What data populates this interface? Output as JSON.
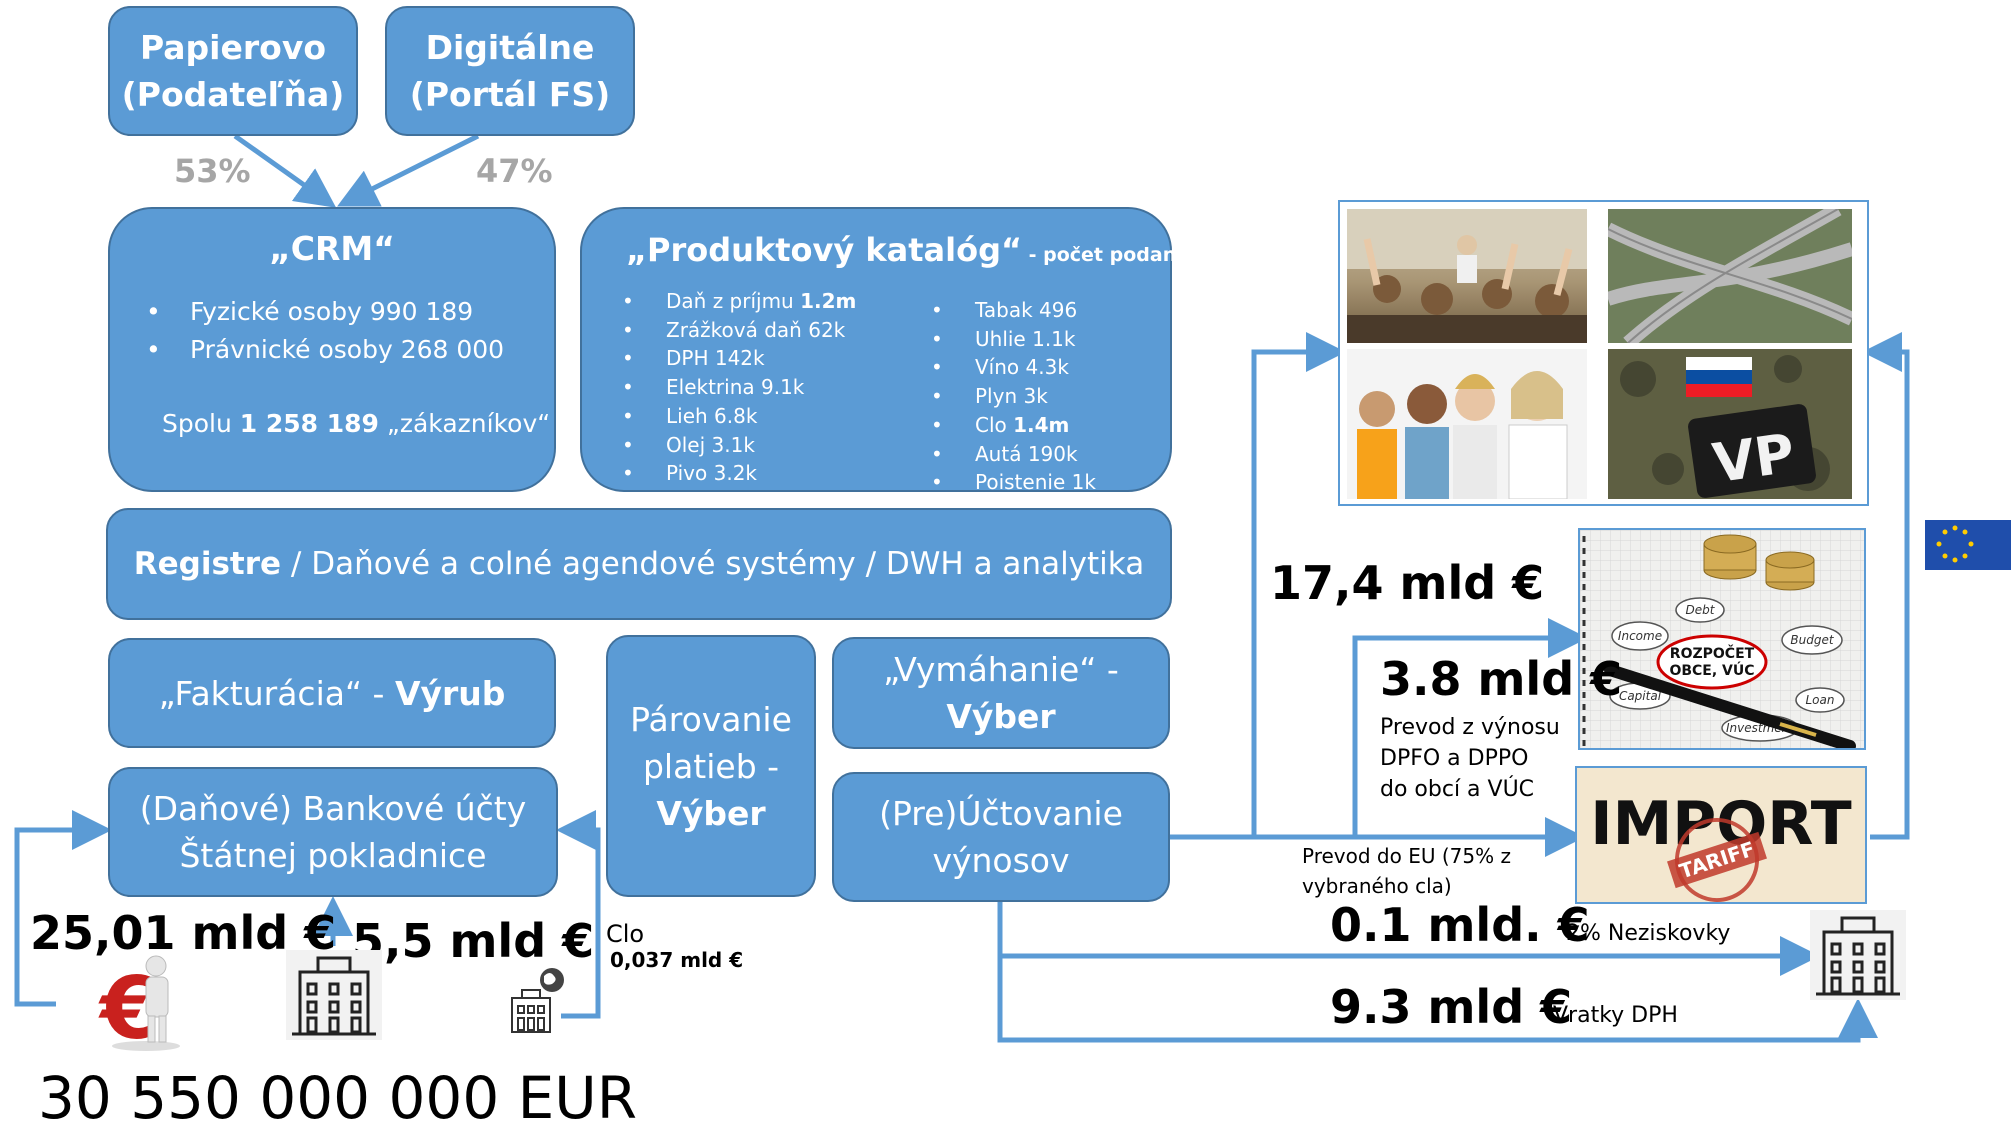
{
  "channels": {
    "paper": {
      "line1": "Papierovo",
      "line2": "(Podateľňa)",
      "pct": "53%"
    },
    "digital": {
      "line1": "Digitálne",
      "line2": "(Portál FS)",
      "pct": "47%"
    }
  },
  "crm": {
    "title": "„CRM“",
    "items": [
      "Fyzické osoby 990 189",
      "Právnické osoby 268 000"
    ],
    "total_prefix": "Spolu ",
    "total_value": "1 258 189",
    "total_suffix": " „zákazníkov“"
  },
  "catalog": {
    "title": "„Produktový katalóg“",
    "subtitle": " - počet podaní",
    "left": [
      {
        "label": "Daň z príjmu ",
        "value": "1.2m",
        "bold": true
      },
      {
        "label": "Zrážková daň 62k",
        "value": "",
        "bold": false
      },
      {
        "label": "DPH 142k",
        "value": "",
        "bold": false
      },
      {
        "label": "Elektrina 9.1k",
        "value": "",
        "bold": false
      },
      {
        "label": "Lieh 6.8k",
        "value": "",
        "bold": false
      },
      {
        "label": "Olej 3.1k",
        "value": "",
        "bold": false
      },
      {
        "label": "Pivo 3.2k",
        "value": "",
        "bold": false
      }
    ],
    "right": [
      {
        "label": "Tabak 496",
        "value": "",
        "bold": false
      },
      {
        "label": "Uhlie 1.1k",
        "value": "",
        "bold": false
      },
      {
        "label": "Víno 4.3k",
        "value": "",
        "bold": false
      },
      {
        "label": "Plyn 3k",
        "value": "",
        "bold": false
      },
      {
        "label": "Clo ",
        "value": "1.4m",
        "bold": true
      },
      {
        "label": "Autá 190k",
        "value": "",
        "bold": false
      },
      {
        "label": "Poistenie 1k",
        "value": "",
        "bold": false
      }
    ]
  },
  "registers": {
    "bold": "Registre",
    "rest": " / Daňové a colné agendové systémy / DWH a analytika"
  },
  "billing": {
    "prefix": "„Fakturácia“ - ",
    "bold": "Výrub"
  },
  "matching": {
    "line1": "Párovanie",
    "line2": "platieb -",
    "bold": "Výber"
  },
  "enforcement": {
    "line1": "„Vymáhanie“ -",
    "bold": "Výber"
  },
  "accounts": {
    "line1": "(Daňové) Bankové účty",
    "line2": "Štátnej pokladnice"
  },
  "accounting": {
    "line1": "(Pre)Účtovanie",
    "line2": "výnosov"
  },
  "amounts": {
    "individuals": "25,01 mld €",
    "companies": "5,5 mld €",
    "customs_label": "Clo",
    "customs_value": "0,037 mld €",
    "budget": "17,4 mld €",
    "municipal": "3.8 mld €",
    "municipal_note": [
      "Prevod z výnosu",
      "DPFO a DPPO",
      "do obcí a VÚC"
    ],
    "eu_note": [
      "Prevod do EU (75% z",
      "vybraného cla)"
    ],
    "ngo": "0.1 mld. €",
    "ngo_note": "2% Neziskovky",
    "vat": "9.3 mld €",
    "vat_note": "Vratky DPH",
    "total": "30 550 000 000 EUR"
  },
  "images": {
    "import_word": "IMPORT",
    "import_stamp": "TARIFF",
    "vp_badge": "VP",
    "budget_card": [
      "ROZPOČET",
      "OBCE, VÚC"
    ],
    "budget_words": [
      "Debt",
      "Income",
      "Budget",
      "Capital",
      "Loan",
      "Investment"
    ]
  },
  "colors": {
    "box_fill": "#5b9bd5",
    "box_border": "#41719c",
    "arrow": "#5b9bd5",
    "pct_text": "#a6a6a6"
  }
}
